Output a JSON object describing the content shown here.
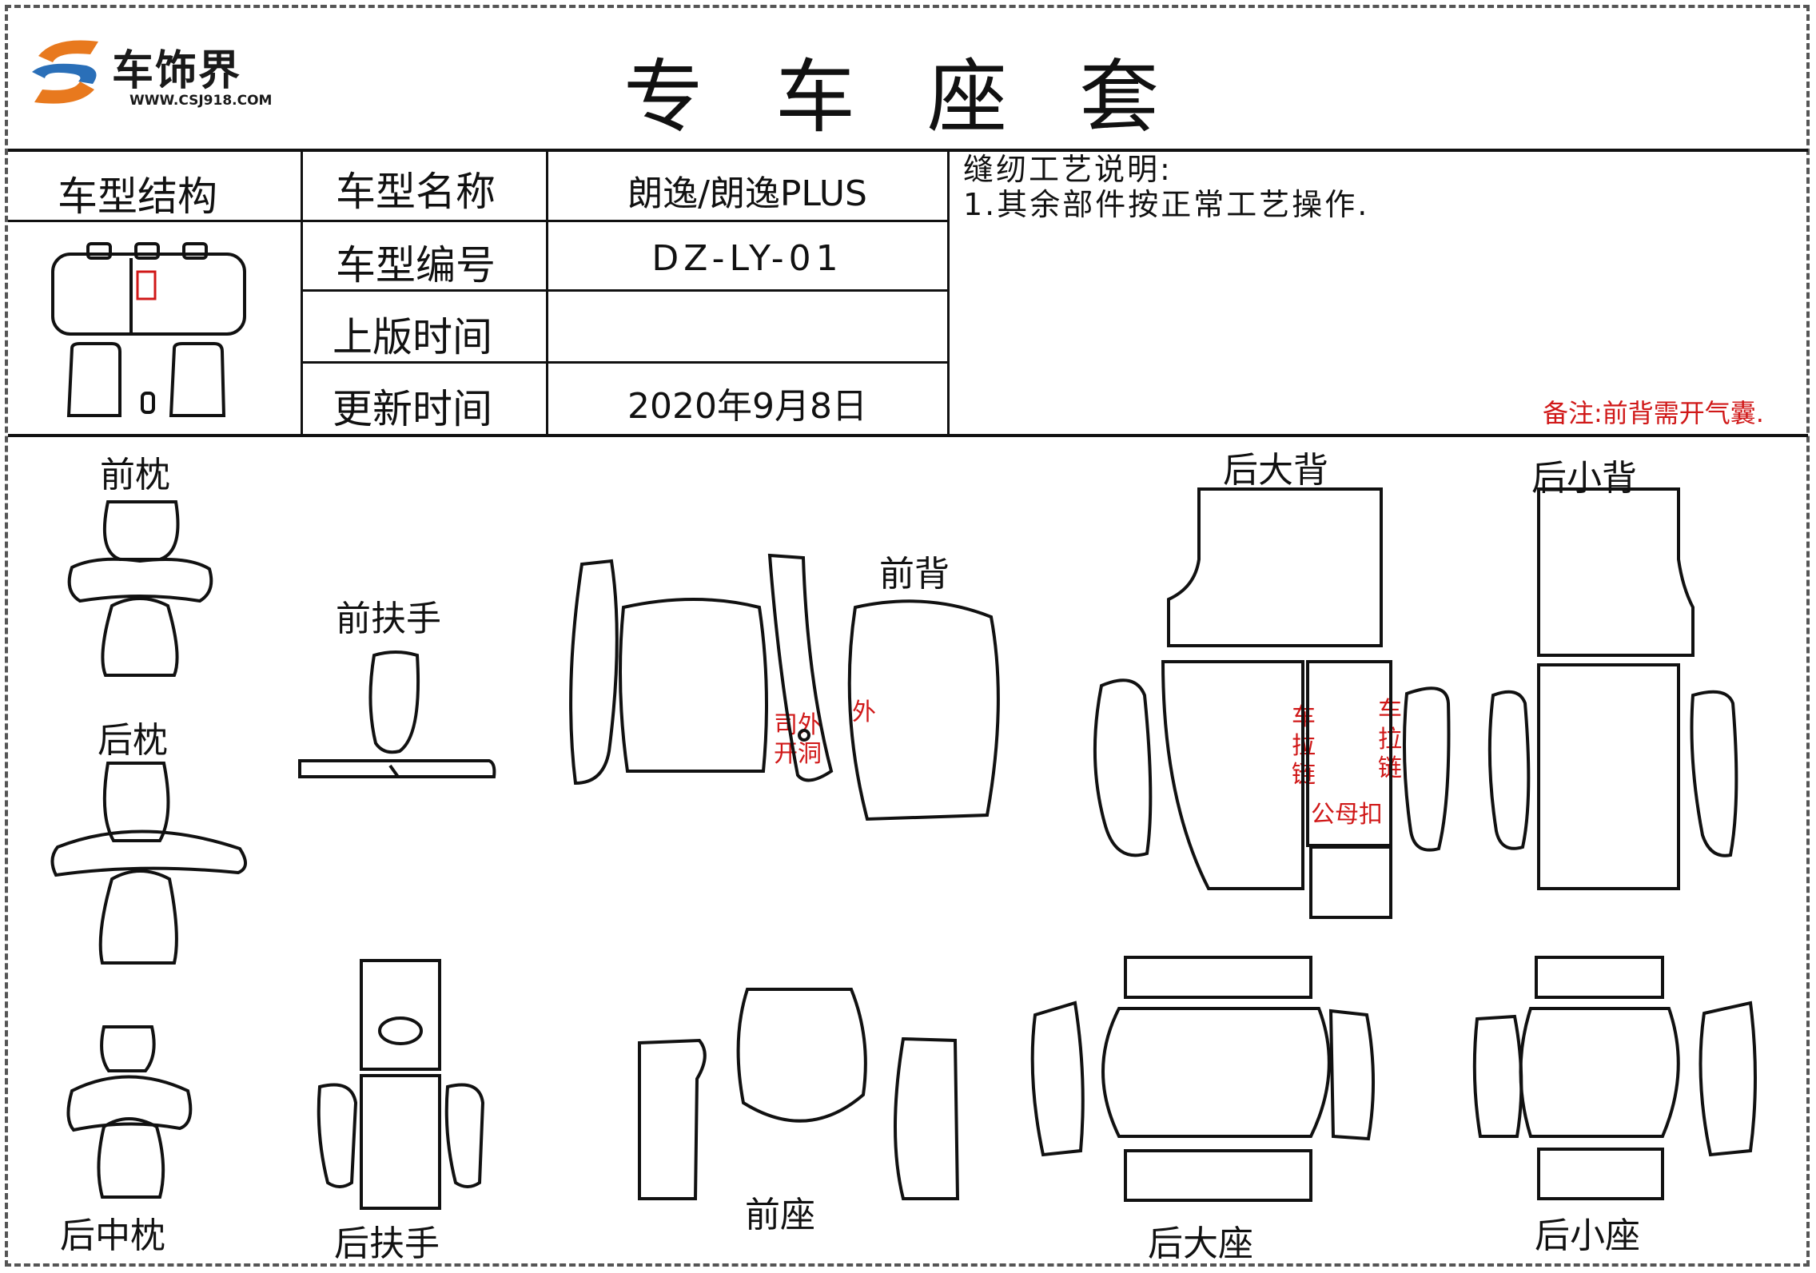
{
  "brand": {
    "name": "车饰界",
    "url": "WWW.CSJ918.COM",
    "logo_colors": [
      "#e8791e",
      "#2a6fb8"
    ]
  },
  "title": "专车座套",
  "header": {
    "structure_label": "车型结构",
    "name_label": "车型名称",
    "name_value": "朗逸/朗逸PLUS",
    "code_label": "车型编号",
    "code_value": "DZ-LY-01",
    "release_label": "上版时间",
    "release_value": "",
    "update_label": "更新时间",
    "update_value": "2020年9月8日"
  },
  "sewing_notes": {
    "title": "缝纫工艺说明:",
    "items": [
      "1.其余部件按正常工艺操作."
    ]
  },
  "remark": "备注:前背需开气囊.",
  "parts": {
    "front_headrest": "前枕",
    "rear_headrest": "后枕",
    "rear_middle_headrest": "后中枕",
    "front_armrest": "前扶手",
    "rear_armrest": "后扶手",
    "front_back": "前背",
    "front_seat": "前座",
    "rear_large_back": "后大背",
    "rear_small_back": "后小背",
    "rear_large_seat": "后大座",
    "rear_small_seat": "后小座"
  },
  "annotations": {
    "side_airbag_1": "司外",
    "side_airbag_2": "开洞",
    "outer": "外",
    "zipper_left": "车拉链",
    "zipper_right": "车拉链",
    "snap_button": "公母扣"
  },
  "watermark": "车饰界 www.csj918.com"
}
